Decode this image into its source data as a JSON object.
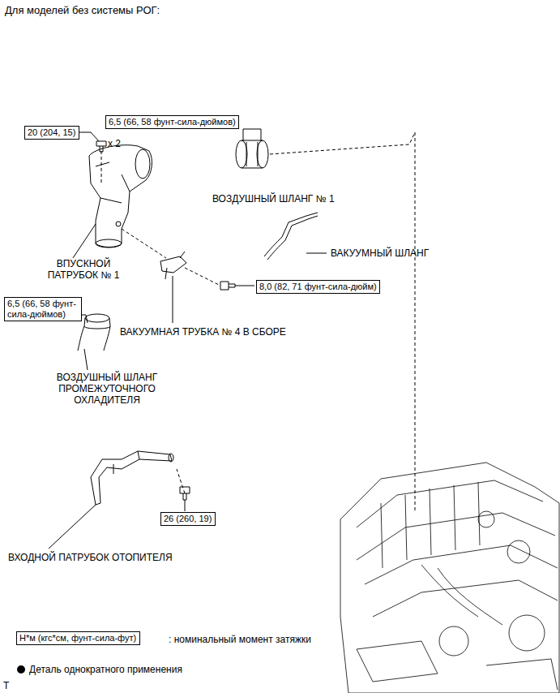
{
  "diagram": {
    "title": "Для моделей без системы РОГ:",
    "nodes": [
      {
        "text": [
          "20 (204, 15)"
        ]
      },
      {
        "text": [
          "6,5 (66, 58 фунт-сила-дюймов)"
        ]
      },
      {
        "text": [
          "8,0 (82, 71 фунт-сила-дюйм)"
        ]
      },
      {
        "text": [
          "6,5 (66, 58 фунт-сила-дюймов)"
        ]
      },
      {
        "text": [
          "26 (260, 19)"
        ]
      },
      {
        "text": [
          "Н*м (кгс*см, фунт-сила-фут)"
        ]
      }
    ],
    "labels": [
      "x 2",
      "ВОЗДУШНЫЙ ШЛАНГ № 1",
      "ВАКУУМНЫЙ ШЛАНГ",
      "ВПУСКНОЙ ПАТРУБОК № 1",
      "ВАКУУМНАЯ ТРУБКА № 4 В СБОРЕ",
      "ВОЗДУШНЫЙ ШЛАНГ ПРОМЕЖУТОЧНОГО ОХЛАДИТЕЛЯ",
      "ВХОДНОЙ ПАТРУБОК ОТОПИТЕЛЯ",
      ": номинальный момент затяжки",
      "T"
    ],
    "legend": [
      {
        "text": "Деталь однократного применения",
        "color": "#000000"
      }
    ]
  }
}
